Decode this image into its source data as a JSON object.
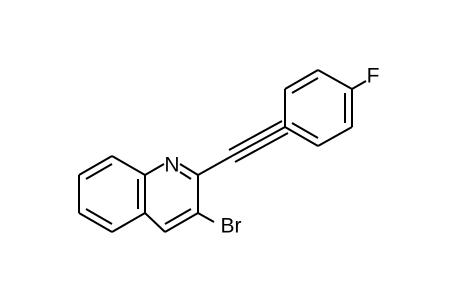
{
  "molecule": {
    "atoms": {
      "nitrogen": "N",
      "bromine": "Br",
      "fluorine": "F"
    }
  },
  "colors": {
    "background": "#ffffff",
    "bond": "#000000",
    "label": "#000000"
  }
}
